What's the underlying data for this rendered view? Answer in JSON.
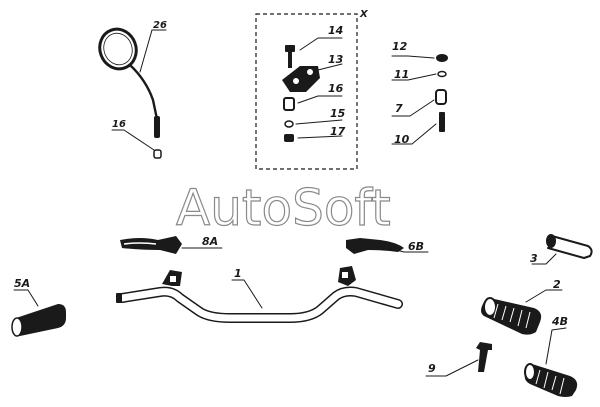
{
  "watermark": "AutoSoft",
  "group_marker": "X",
  "labels": {
    "mirror": "26",
    "mirror_stem": "16",
    "bolt": "14",
    "bracket": "13",
    "spacer": "16",
    "washer": "15",
    "nut": "17",
    "cap": "12",
    "ring": "11",
    "sleeve": "7",
    "screw": "10",
    "lever_left": "8A",
    "lever_right": "6B",
    "handlebar": "1",
    "grip_left": "5A",
    "bar_end": "3",
    "grip_right": "2",
    "throttle": "4B",
    "pin": "9"
  }
}
